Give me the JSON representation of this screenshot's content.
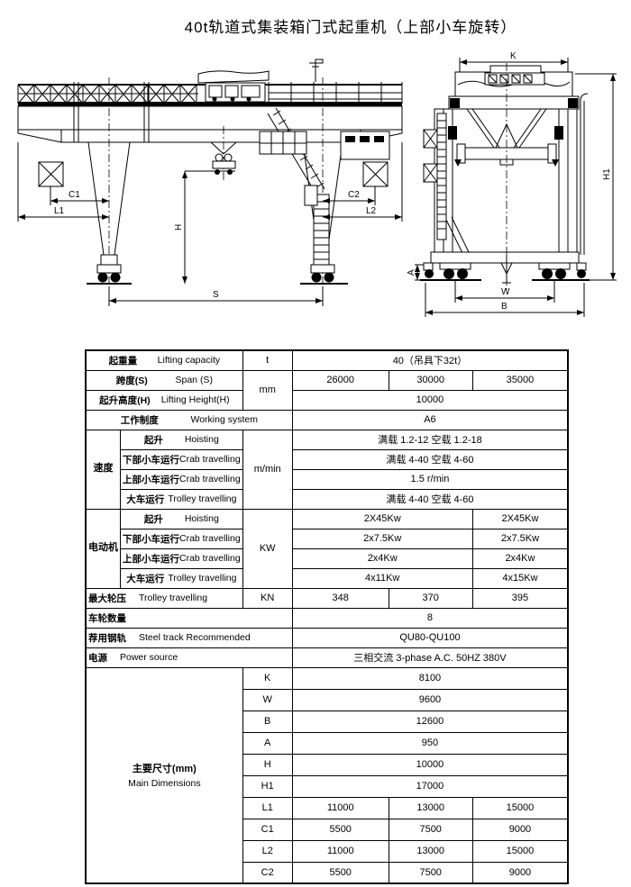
{
  "title": "40t轨道式集装箱门式起重机（上部小车旋转）",
  "drawings": {
    "front_view": {
      "dims": {
        "c1": "C1",
        "l1": "L1",
        "h": "H",
        "c2": "C2",
        "l2": "L2",
        "s": "S"
      }
    },
    "side_view": {
      "dims": {
        "k": "K",
        "h1": "H1",
        "a": "A",
        "w": "W",
        "b": "B"
      }
    }
  },
  "table": {
    "rows": {
      "lifting_capacity": {
        "zh": "起重量",
        "en": "Lifting capacity",
        "unit": "t",
        "value": "40（吊具下32t）"
      },
      "span": {
        "zh": "跨度(S)",
        "en": "Span (S)",
        "unit": "mm",
        "values": [
          "26000",
          "30000",
          "35000"
        ]
      },
      "lifting_height": {
        "zh": "起升高度(H)",
        "en": "Lifting Height(H)",
        "value": "10000"
      },
      "working_system": {
        "zh": "工作制度",
        "en": "Working system",
        "value": "A6"
      },
      "speed": {
        "group_zh": "速度",
        "unit": "m/min",
        "items": [
          {
            "zh": "起升",
            "en": "Hoisting",
            "value": "满载 1.2-12   空载 1.2-18"
          },
          {
            "zh": "下部小车运行",
            "en": "Crab travelling",
            "value": "满载 4-40   空载 4-60"
          },
          {
            "zh": "上部小车运行",
            "en": "Crab travelling",
            "value": "1.5 r/min"
          },
          {
            "zh": "大车运行",
            "en": "Trolley travelling",
            "value": "满载 4-40 空载 4-60"
          }
        ]
      },
      "motor": {
        "group_zh": "电动机",
        "unit": "KW",
        "items": [
          {
            "zh": "起升",
            "en": "Hoisting",
            "value_main": "2X45Kw",
            "value_right": "2X45Kw"
          },
          {
            "zh": "下部小车运行",
            "en": "Crab travelling",
            "value_main": "2x7.5Kw",
            "value_right": "2x7.5Kw"
          },
          {
            "zh": "上部小车运行",
            "en": "Crab travelling",
            "value_main": "2x4Kw",
            "value_right": "2x4Kw"
          },
          {
            "zh": "大车运行",
            "en": "Trolley travelling",
            "value_main": "4x11Kw",
            "value_right": "4x15Kw"
          }
        ]
      },
      "max_wheel_load": {
        "zh": "最大轮压",
        "en": "Trolley travelling",
        "unit": "KN",
        "values": [
          "348",
          "370",
          "395"
        ]
      },
      "wheel_quantity": {
        "zh": "车轮数量",
        "value": "8"
      },
      "steel_track": {
        "zh": "荐用钢轨",
        "en": "Steel track Recommended",
        "value": "QU80-QU100"
      },
      "power_source": {
        "zh": "电源",
        "en": "Power source",
        "value": "三相交流   3-phase A.C.   50HZ 380V"
      },
      "main_dimensions": {
        "zh": "主要尺寸(mm)",
        "en": "Main Dimensions",
        "items": [
          {
            "key": "K",
            "value": "8100"
          },
          {
            "key": "W",
            "value": "9600"
          },
          {
            "key": "B",
            "value": "12600"
          },
          {
            "key": "A",
            "value": "950"
          },
          {
            "key": "H",
            "value": "10000"
          },
          {
            "key": "H1",
            "value": "17000"
          },
          {
            "key": "L1",
            "values": [
              "11000",
              "13000",
              "15000"
            ]
          },
          {
            "key": "C1",
            "values": [
              "5500",
              "7500",
              "9000"
            ]
          },
          {
            "key": "L2",
            "values": [
              "11000",
              "13000",
              "15000"
            ]
          },
          {
            "key": "C2",
            "values": [
              "5500",
              "7500",
              "9000"
            ]
          }
        ]
      }
    }
  }
}
